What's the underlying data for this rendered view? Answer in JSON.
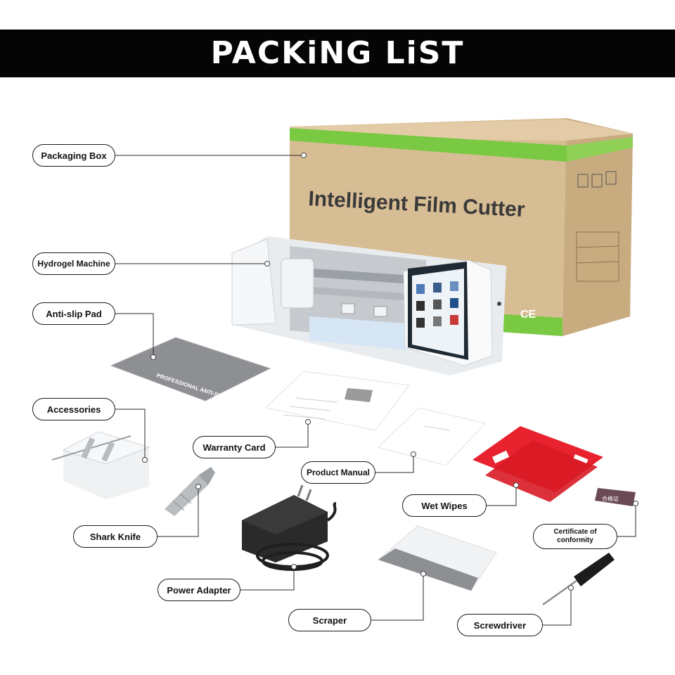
{
  "banner": {
    "title": "PACKiNG LiST"
  },
  "box": {
    "print": "Intelligent Film Cutter",
    "ce_mark": "CE"
  },
  "pad": {
    "print": "PROFESSIONAL ANTI-SLIP PAD"
  },
  "labels": {
    "packaging_box": "Packaging Box",
    "hydrogel_machine": "Hydrogel Machine",
    "anti_slip_pad": "Anti-slip Pad",
    "accessories": "Accessories",
    "warranty_card": "Warranty Card",
    "product_manual": "Product Manual",
    "wet_wipes": "Wet Wipes",
    "shark_knife": "Shark Knife",
    "certificate": "Certificate of conformity",
    "power_adapter": "Power Adapter",
    "scraper": "Scraper",
    "screwdriver": "Screwdriver"
  },
  "colors": {
    "banner": "#050505",
    "box_kraft": "#d7bd94",
    "box_stripe": "#7ac943",
    "wipes": "#e8222e",
    "pad": "#8d8f92"
  }
}
